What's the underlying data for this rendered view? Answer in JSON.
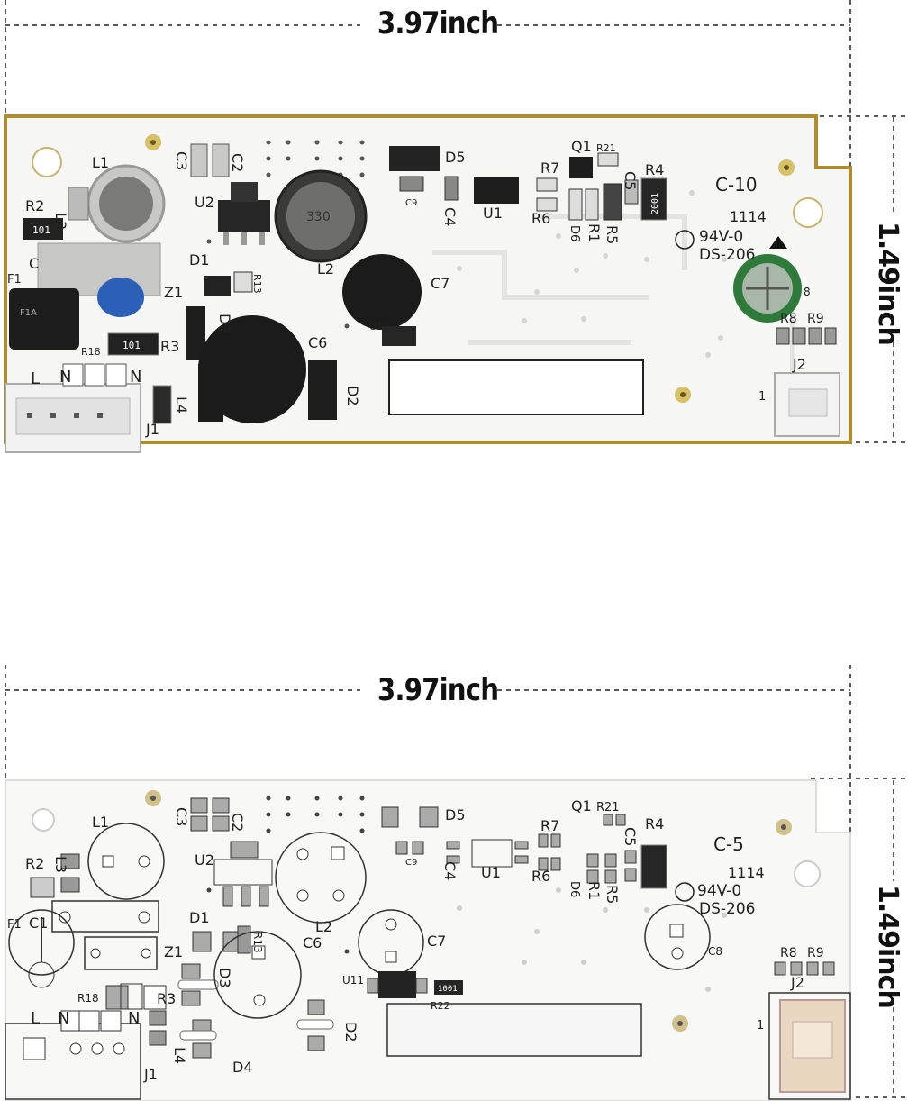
{
  "dimensions": {
    "width": "3.97inch",
    "height": "1.49inch"
  },
  "top_board": {
    "board_code": "C-10",
    "date_code": "1114",
    "rating": "94V-0",
    "model": "DS-206",
    "fuse_text": "F1A",
    "resistor_value": "101",
    "r4_value": "2001",
    "l2_marking": "330",
    "pin_one": "1",
    "labels": {
      "L1": "L1",
      "L2": "L2",
      "L3": "L3",
      "L4": "L4",
      "R2": "R2",
      "R3": "R3",
      "R18": "R18",
      "C1": "C",
      "C2": "C2",
      "C3": "C3",
      "C4": "C4",
      "C5": "C5",
      "C6": "C6",
      "C7": "C7",
      "C8": "8",
      "C9": "C9",
      "D1": "D1",
      "D2": "D2",
      "D3": "D3",
      "D5": "D5",
      "D6": "D6",
      "U1": "U1",
      "U2": "U2",
      "U11": "U11",
      "Q1": "Q1",
      "R1": "R1",
      "R4": "R4",
      "R5": "R5",
      "R6": "R6",
      "R7": "R7",
      "R8": "R8",
      "R9": "R9",
      "R13": "R13",
      "R21": "R21",
      "Z1": "Z1",
      "F1": "F1",
      "J1": "J1",
      "J2": "J2",
      "L": "L",
      "N1": "N",
      "N2": "N"
    }
  },
  "bottom_board": {
    "board_code": "C-5",
    "date_code": "1114",
    "rating": "94V-0",
    "model": "DS-206",
    "r22_value": "1001",
    "pin_one": "1",
    "labels": {
      "L1": "L1",
      "L2": "L2",
      "L3": "L3",
      "L4": "L4",
      "R2": "R2",
      "R3": "R3",
      "R18": "R18",
      "C1": "C1",
      "C2": "C2",
      "C3": "C3",
      "C4": "C4",
      "C5": "C5",
      "C6": "C6",
      "C7": "C7",
      "C8": "C8",
      "C9": "C9",
      "D1": "D1",
      "D2": "D2",
      "D3": "D3",
      "D4": "D4",
      "D5": "D5",
      "D6": "D6",
      "U1": "U1",
      "U2": "U2",
      "U11": "U11",
      "Q1": "Q1",
      "R1": "R1",
      "R4": "R4",
      "R5": "R5",
      "R6": "R6",
      "R7": "R7",
      "R8": "R8",
      "R9": "R9",
      "R13": "R13",
      "R21": "R21",
      "R22": "R22",
      "Z1": "Z1",
      "F1": "F1",
      "J1": "J1",
      "J2": "J2",
      "L": "L",
      "N1": "N",
      "N2": "N"
    }
  }
}
